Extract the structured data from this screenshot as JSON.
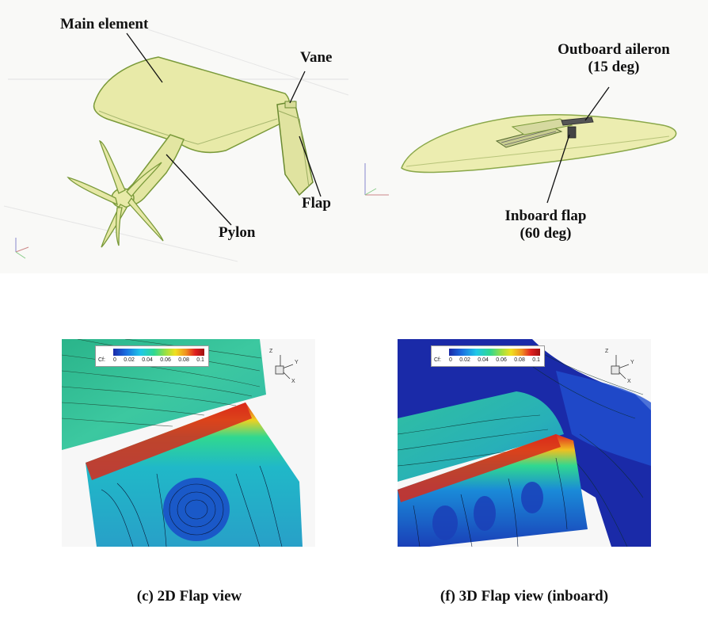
{
  "panel_a": {
    "labels": {
      "main_element": "Main element",
      "vane": "Vane",
      "flap": "Flap",
      "pylon": "Pylon"
    }
  },
  "panel_b": {
    "labels": {
      "outboard_aileron_line1": "Outboard aileron",
      "outboard_aileron_line2": "(15 deg)",
      "inboard_flap_line1": "Inboard flap",
      "inboard_flap_line2": "(60 deg)"
    }
  },
  "panel_c": {
    "caption": "(c) 2D Flap view",
    "colorbar": {
      "name": "Cf:",
      "ticks": [
        "0",
        "0.02",
        "0.04",
        "0.06",
        "0.08",
        "0.1"
      ]
    },
    "axes": {
      "z": "Z",
      "y": "Y",
      "x": "X"
    }
  },
  "panel_f": {
    "caption": "(f) 3D Flap view (inboard)",
    "colorbar": {
      "name": "Cf:",
      "ticks": [
        "0",
        "0.02",
        "0.04",
        "0.06",
        "0.08",
        "0.1"
      ]
    },
    "axes": {
      "z": "Z",
      "y": "Y",
      "x": "X"
    }
  },
  "colors": {
    "surface": "#e8eaa8",
    "surface_edge": "#7a9a3a",
    "cf_low": "#1a2aa8",
    "cf_high": "#e02020"
  }
}
